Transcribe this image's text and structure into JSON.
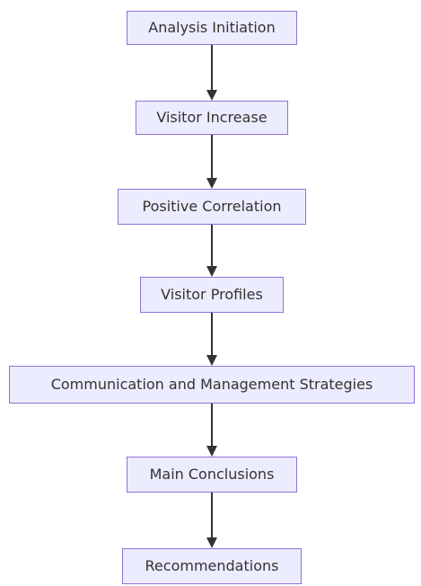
{
  "diagram": {
    "nodes": [
      {
        "id": "analysis-initiation",
        "label": "Analysis Initiation"
      },
      {
        "id": "visitor-increase",
        "label": "Visitor Increase"
      },
      {
        "id": "positive-correlation",
        "label": "Positive Correlation"
      },
      {
        "id": "visitor-profiles",
        "label": "Visitor Profiles"
      },
      {
        "id": "communication-and-management-strategies",
        "label": "Communication and Management Strategies"
      },
      {
        "id": "main-conclusions",
        "label": "Main Conclusions"
      },
      {
        "id": "recommendations",
        "label": "Recommendations"
      }
    ],
    "edges": [
      {
        "from": "analysis-initiation",
        "to": "visitor-increase"
      },
      {
        "from": "visitor-increase",
        "to": "positive-correlation"
      },
      {
        "from": "positive-correlation",
        "to": "visitor-profiles"
      },
      {
        "from": "visitor-profiles",
        "to": "communication-and-management-strategies"
      },
      {
        "from": "communication-and-management-strategies",
        "to": "main-conclusions"
      },
      {
        "from": "main-conclusions",
        "to": "recommendations"
      }
    ],
    "colors": {
      "node_fill": "#ECECFF",
      "node_border": "#9370DB",
      "edge": "#333333",
      "text": "#333333"
    }
  }
}
